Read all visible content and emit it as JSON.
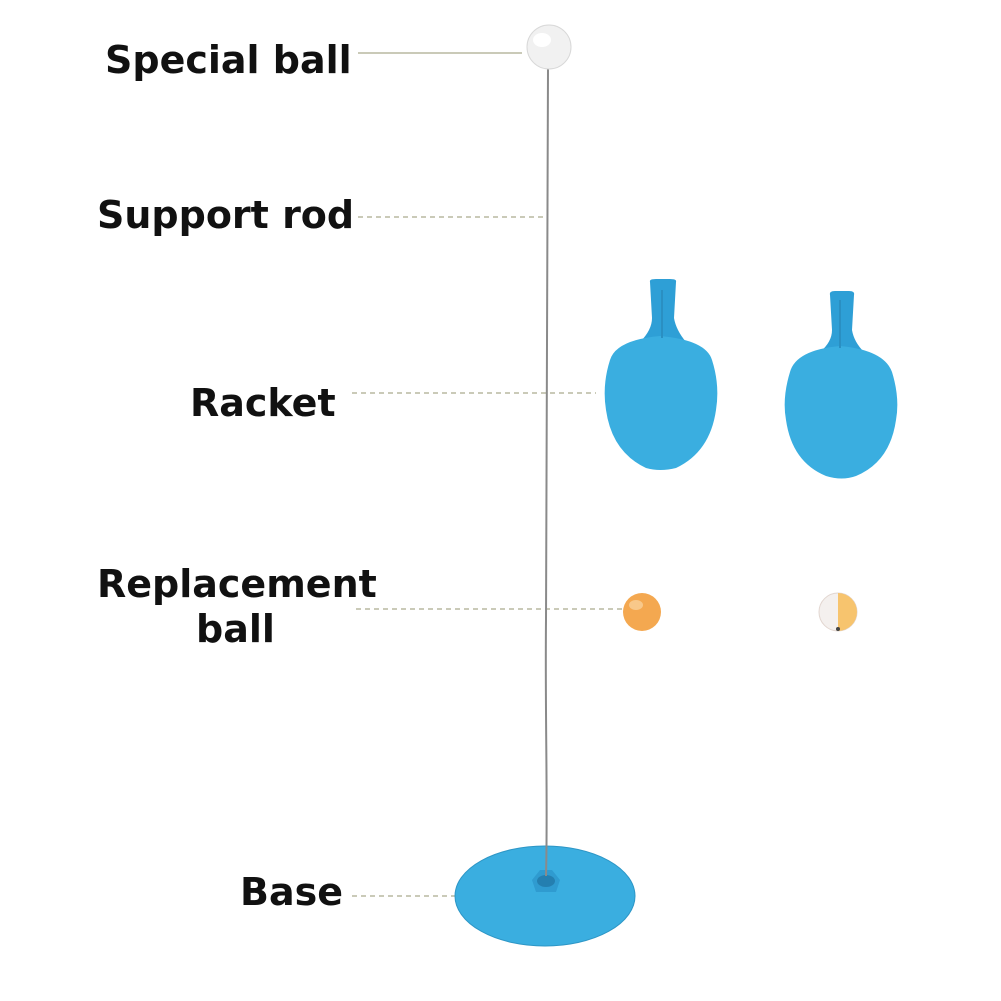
{
  "labels": {
    "special_ball": "Special ball",
    "support_rod": "Support rod",
    "racket": "Racket",
    "replacement_ball_line1": "Replacement",
    "replacement_ball_line2": "ball",
    "base": "Base"
  },
  "colors": {
    "racket_blue": "#35a8dc",
    "base_blue": "#3aaee0",
    "orange_ball": "#f4a850",
    "white_ball": "#f4f0ee",
    "leader_line": "#b8b8a0",
    "label_text": "#111111"
  }
}
